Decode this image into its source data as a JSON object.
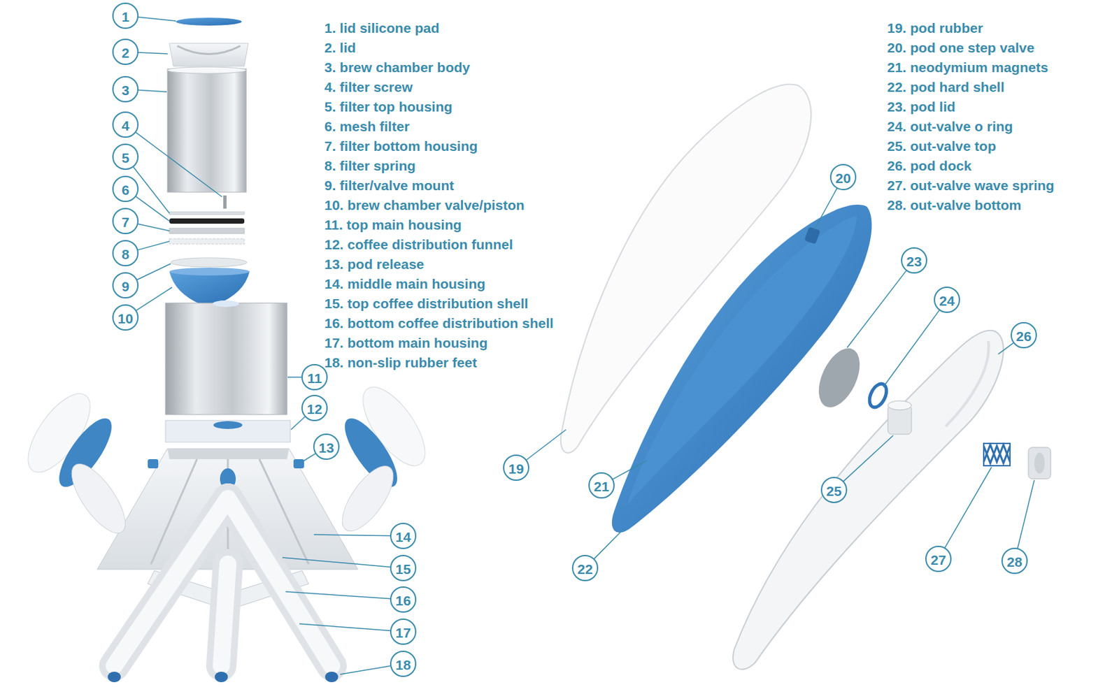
{
  "diagram": {
    "labels": [
      "1",
      "2",
      "3",
      "4",
      "5",
      "6",
      "7",
      "8",
      "9",
      "10",
      "11",
      "12",
      "13",
      "14",
      "15",
      "16",
      "17",
      "18",
      "19",
      "20",
      "21",
      "22",
      "23",
      "24",
      "25",
      "26",
      "27",
      "28",
      "1. lid silicone pad",
      "2. lid",
      "3. brew chamber body",
      "4. filter screw",
      "5. filter top housing",
      "6. mesh filter",
      "7. filter bottom housing",
      "8. filter spring",
      "9. filter/valve mount",
      "10. brew chamber valve/piston",
      "11. top main housing",
      "12. coffee distribution funnel",
      "13. pod release",
      "14. middle main housing",
      "15. top coffee distribution shell",
      "16. bottom coffee distribution shell",
      "17. bottom main housing",
      "18. non-slip rubber feet",
      "19. pod rubber",
      "20. pod one step valve",
      "21. neodymium magnets",
      "22. pod hard shell",
      "23. pod lid",
      "24. out-valve o ring",
      "25. out-valve top",
      "26. pod dock",
      "27. out-valve wave spring",
      "28. out-valve bottom"
    ]
  }
}
